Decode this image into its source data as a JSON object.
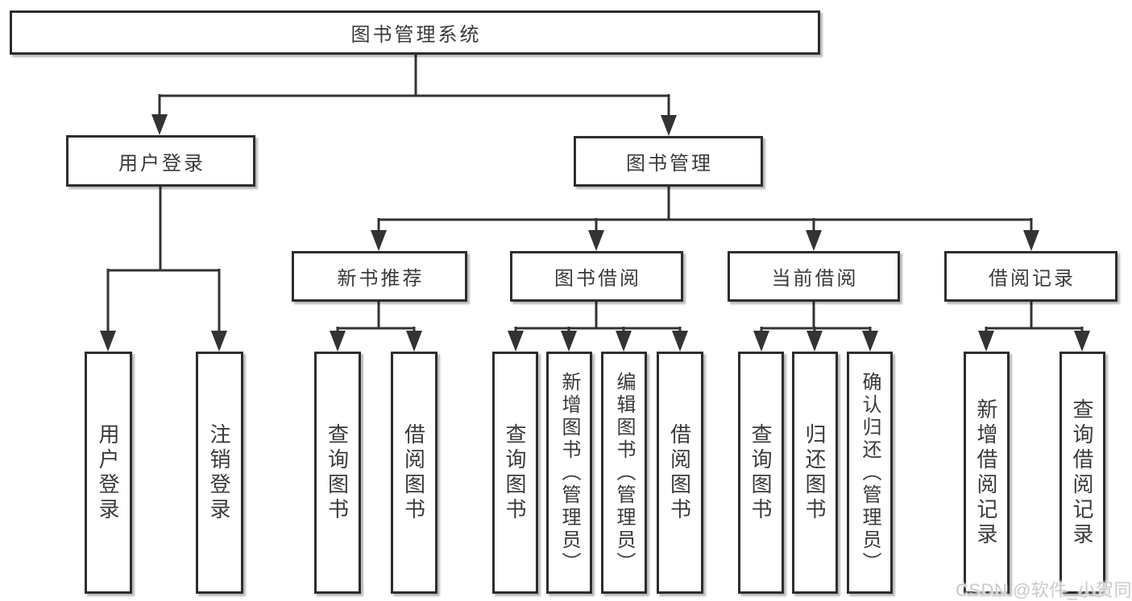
{
  "tree": {
    "label": "图书管理系统",
    "children": [
      {
        "label": "用户登录",
        "children": [
          {
            "label": "用户登录"
          },
          {
            "label": "注销登录"
          }
        ]
      },
      {
        "label": "图书管理",
        "children": [
          {
            "label": "新书推荐",
            "children": [
              {
                "label": "查询图书"
              },
              {
                "label": "借阅图书"
              }
            ]
          },
          {
            "label": "图书借阅",
            "children": [
              {
                "label": "查询图书"
              },
              {
                "label": "新增图书（管理员）"
              },
              {
                "label": "编辑图书（管理员）"
              },
              {
                "label": "借阅图书"
              }
            ]
          },
          {
            "label": "当前借阅",
            "children": [
              {
                "label": "查询图书"
              },
              {
                "label": "归还图书"
              },
              {
                "label": "确认归还（管理员）"
              }
            ]
          },
          {
            "label": "借阅记录",
            "children": [
              {
                "label": "新增借阅记录"
              },
              {
                "label": "查询借阅记录"
              }
            ]
          }
        ]
      }
    ]
  },
  "watermark": {
    "text": "CSDN @软件_小贺同学"
  },
  "colors": {
    "line": "#333333",
    "box_border": "#2d2d2d",
    "text": "#3a3a3a",
    "watermark": "#c7cad0",
    "background": "#ffffff"
  }
}
